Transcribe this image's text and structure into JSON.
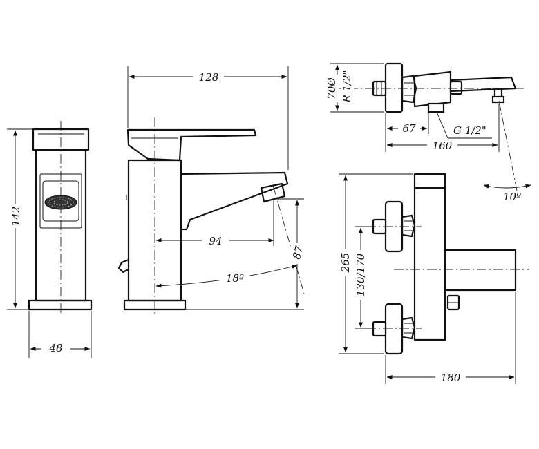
{
  "front_view": {
    "height": "142",
    "width": "48"
  },
  "side_view": {
    "length": "128",
    "spout_reach": "94",
    "spout_height": "87",
    "handle_angle": "18º"
  },
  "top_view": {
    "center_distance": "70Ø",
    "inlet_thread": "R 1/2\"",
    "offset": "67",
    "outlet_thread": "G 1/2\"",
    "spout_length": "160",
    "spout_angle": "10º"
  },
  "bath_mixer_view": {
    "height": "265",
    "inlet_centers": "130/170",
    "depth": "180"
  }
}
